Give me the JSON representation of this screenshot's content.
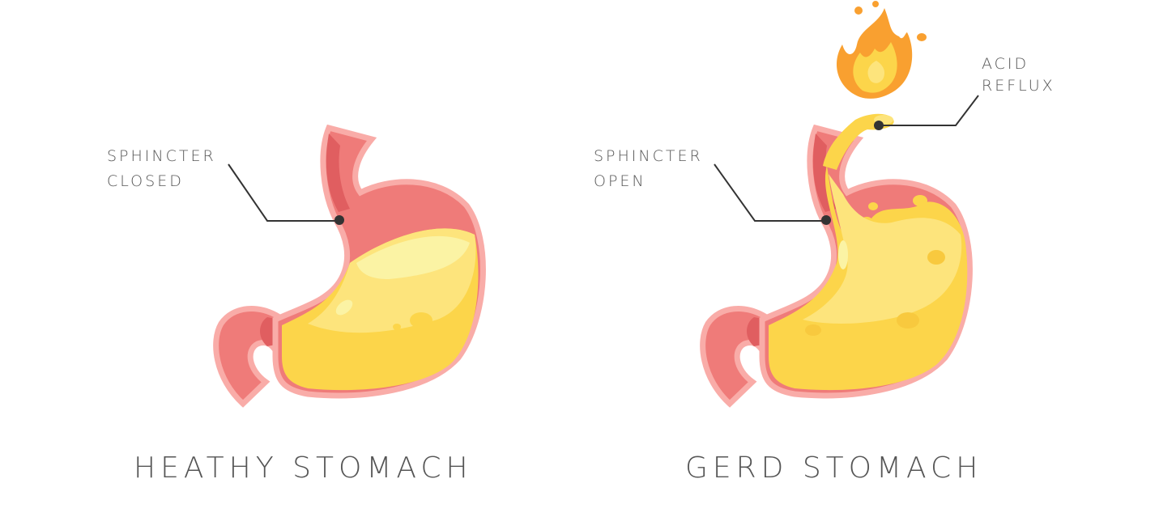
{
  "healthy": {
    "label_line1": "SPHINCTER",
    "label_line2": "CLOSED",
    "title": "HEATHY STOMACH"
  },
  "gerd": {
    "label_line1": "SPHINCTER",
    "label_line2": "OPEN",
    "acid_line1": "ACID",
    "acid_line2": "REFLUX",
    "title": "GERD STOMACH"
  },
  "colors": {
    "wall": "#ef7b79",
    "wall_dark": "#e05e60",
    "border": "#f9aca8",
    "contents": "#fcd54a",
    "contents_light": "#fde47c",
    "highlight": "#fbf3a4",
    "flame": "#f9a030",
    "text": "#555555"
  }
}
